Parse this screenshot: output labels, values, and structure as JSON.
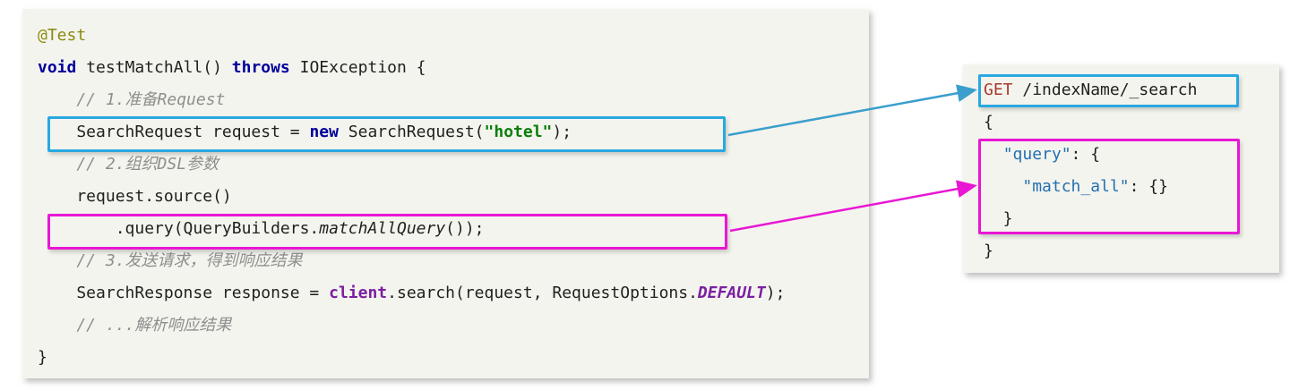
{
  "colors": {
    "keyword": "#00009c",
    "annotation": "#8a8a12",
    "comment": "#8e8e8e",
    "string": "#0b7f0b",
    "field": "#7b1fa2",
    "http-method": "#a73a2e",
    "json-key": "#2470b3",
    "box-cyan": "#29a8e0",
    "arrow-cyan": "#3a9fcc",
    "box-magenta": "#e916d4"
  },
  "left_panel": {
    "name": "java-test-code",
    "lines": [
      {
        "tokens": [
          {
            "text": "@Test",
            "style": "annotation"
          }
        ]
      },
      {
        "tokens": [
          {
            "text": "void",
            "style": "keyword"
          },
          {
            "text": " testMatchAll() ",
            "style": "plain"
          },
          {
            "text": "throws",
            "style": "keyword"
          },
          {
            "text": " IOException {",
            "style": "plain"
          }
        ]
      },
      {
        "tokens": [
          {
            "text": "    // 1.准备Request",
            "style": "comment"
          }
        ]
      },
      {
        "tokens": [
          {
            "text": "    SearchRequest request = ",
            "style": "plain"
          },
          {
            "text": "new",
            "style": "keyword"
          },
          {
            "text": " SearchRequest(",
            "style": "plain"
          },
          {
            "text": "\"hotel\"",
            "style": "string"
          },
          {
            "text": ");",
            "style": "plain"
          }
        ]
      },
      {
        "tokens": [
          {
            "text": "    // 2.组织DSL参数",
            "style": "comment"
          }
        ]
      },
      {
        "tokens": [
          {
            "text": "    request.source()",
            "style": "plain"
          }
        ]
      },
      {
        "tokens": [
          {
            "text": "        .query(QueryBuilders.",
            "style": "plain"
          },
          {
            "text": "matchAllQuery",
            "style": "static-method"
          },
          {
            "text": "());",
            "style": "plain"
          }
        ]
      },
      {
        "tokens": [
          {
            "text": "    // 3.发送请求，得到响应结果",
            "style": "comment"
          }
        ]
      },
      {
        "tokens": [
          {
            "text": "    SearchResponse response = ",
            "style": "plain"
          },
          {
            "text": "client",
            "style": "field"
          },
          {
            "text": ".search(request, RequestOptions.",
            "style": "plain"
          },
          {
            "text": "DEFAULT",
            "style": "constant"
          },
          {
            "text": ");",
            "style": "plain"
          }
        ]
      },
      {
        "tokens": [
          {
            "text": "    // ...解析响应结果",
            "style": "comment"
          }
        ]
      },
      {
        "tokens": [
          {
            "text": "}",
            "style": "plain"
          }
        ]
      }
    ]
  },
  "right_panel": {
    "name": "dsl-request-example",
    "lines": [
      {
        "tokens": [
          {
            "text": "GET",
            "style": "http-method"
          },
          {
            "text": " /indexName/_search",
            "style": "plain"
          }
        ]
      },
      {
        "tokens": [
          {
            "text": "{",
            "style": "plain"
          }
        ]
      },
      {
        "tokens": [
          {
            "text": "  ",
            "style": "plain"
          },
          {
            "text": "\"query\"",
            "style": "json-key"
          },
          {
            "text": ": {",
            "style": "plain"
          }
        ]
      },
      {
        "tokens": [
          {
            "text": "    ",
            "style": "plain"
          },
          {
            "text": "\"match_all\"",
            "style": "json-key"
          },
          {
            "text": ": {}",
            "style": "plain"
          }
        ]
      },
      {
        "tokens": [
          {
            "text": "  }",
            "style": "plain"
          }
        ]
      },
      {
        "tokens": [
          {
            "text": "}",
            "style": "plain"
          }
        ]
      }
    ]
  },
  "annotations": {
    "cyan_link": "SearchRequest line maps to GET /indexName/_search",
    "magenta_link": "query builder line maps to match_all DSL body"
  }
}
